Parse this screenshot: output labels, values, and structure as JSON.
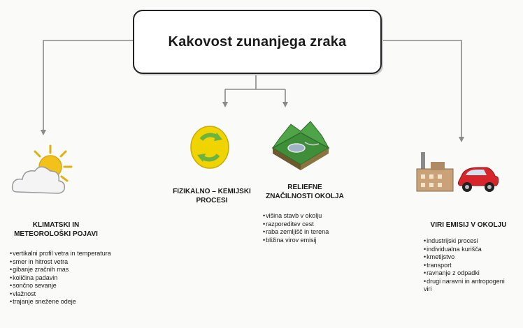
{
  "title": "Kakovost zunanjega zraka",
  "nodes": {
    "climate": {
      "heading": [
        "KLIMATSKI IN",
        "METEOROLOŠKI POJAVI"
      ],
      "icon": "sun-cloud-icon",
      "items": [
        "vertikalni profil vetra in temperatura",
        "smer in hitrost vetra",
        "gibanje zračnih mas",
        "količina padavin",
        "sončno sevanje",
        "vlažnost",
        "trajanje snežene odeje"
      ]
    },
    "physchem": {
      "heading": [
        "FIZIKALNO – KEMIJSKI",
        "PROCESI"
      ],
      "icon": "recycle-icon"
    },
    "relief": {
      "heading": [
        "RELIEFNE",
        "ZNAČILNOSTI OKOLJA"
      ],
      "icon": "terrain-icon",
      "items": [
        "višina stavb v okolju",
        "razporeditev cest",
        "raba zemljišč in terena",
        "bližina virov emisij"
      ]
    },
    "emissions": {
      "heading": [
        "VIRI EMISIJ V OKOLJU"
      ],
      "icon": "factory-car-icon",
      "items": [
        "industrijski procesi",
        "individualna kurišča",
        "kmetijstvo",
        "transport",
        "ravnanje z odpadki",
        "drugi naravni in antropogeni viri"
      ]
    }
  },
  "colors": {
    "line": "#8a8a8a",
    "sun": "#f2c21a",
    "recycle_bg": "#f0d400",
    "recycle_arrow": "#6db33f",
    "terrain": "#3f8f3a",
    "car": "#d6262c"
  }
}
